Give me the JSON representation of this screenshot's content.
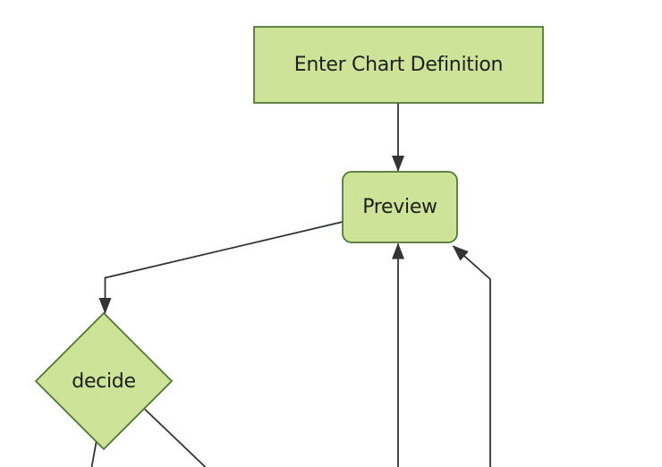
{
  "diagram": {
    "type": "flowchart",
    "direction": "top-down",
    "background": "#ffffff",
    "colors": {
      "node_fill": "#cde498",
      "node_border": "#4c7430",
      "edge_line": "#333333",
      "arrowhead": "#333333",
      "text": "#1f1f1f"
    },
    "nodes": [
      {
        "id": "enter-chart-definition",
        "label": "Enter Chart Definition",
        "shape": "rectangle"
      },
      {
        "id": "preview",
        "label": "Preview",
        "shape": "rounded-rectangle"
      },
      {
        "id": "decide",
        "label": "decide",
        "shape": "diamond"
      }
    ],
    "edges": [
      {
        "from": "enter-chart-definition",
        "to": "preview",
        "arrow": true
      },
      {
        "from": "preview",
        "to": "decide",
        "arrow": true
      },
      {
        "from": "offscreen-bottom-center",
        "to": "preview",
        "arrow": true
      },
      {
        "from": "offscreen-bottom-right",
        "to": "preview",
        "arrow": true
      },
      {
        "from": "decide",
        "to": "offscreen-bottom-left-a",
        "arrow": false
      },
      {
        "from": "decide",
        "to": "offscreen-bottom-left-b",
        "arrow": false
      }
    ]
  }
}
